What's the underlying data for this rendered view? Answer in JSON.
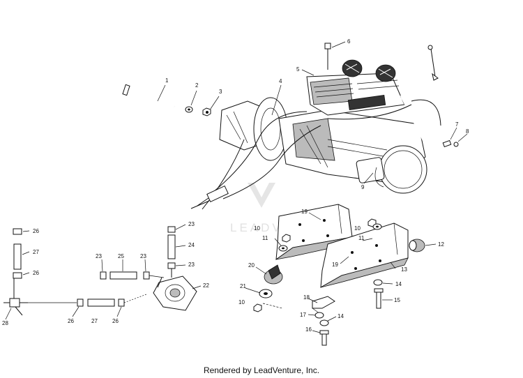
{
  "watermark": {
    "logo": "LEADVENTURE"
  },
  "footer": {
    "text": "Rendered by LeadVenture, Inc."
  },
  "callouts": {
    "c1": "1",
    "c2": "2",
    "c3": "3",
    "c4": "4",
    "c5": "5",
    "c6": "6",
    "c7": "7",
    "c8": "8",
    "c9": "9",
    "c10a": "10",
    "c10b": "10",
    "c10c": "10",
    "c11a": "11",
    "c11b": "11",
    "c12": "12",
    "c13": "13",
    "c14a": "14",
    "c14b": "14",
    "c15": "15",
    "c16": "16",
    "c17": "17",
    "c18": "18",
    "c19a": "19",
    "c19b": "19",
    "c20": "20",
    "c21": "21",
    "c22": "22",
    "c23a": "23",
    "c23b": "23",
    "c23c": "23",
    "c23d": "23",
    "c24": "24",
    "c25": "25",
    "c26a": "26",
    "c26b": "26",
    "c26c": "26",
    "c26d": "26",
    "c27a": "27",
    "c27b": "27",
    "c28": "28"
  }
}
